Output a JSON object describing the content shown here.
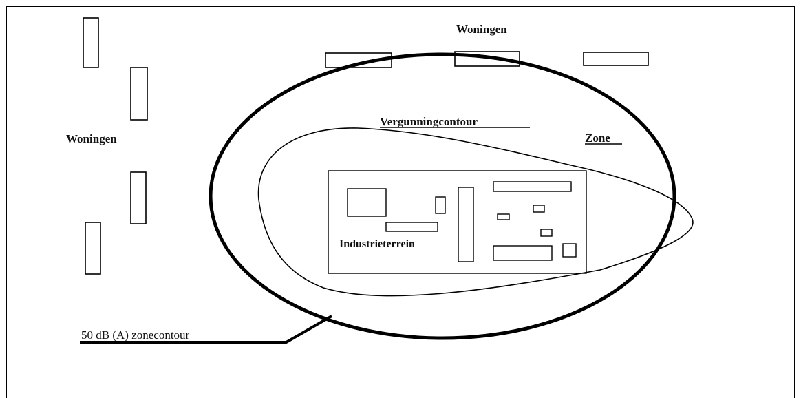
{
  "labels": {
    "woningen_top": "Woningen",
    "woningen_left": "Woningen",
    "vergunningcontour": "Vergunningcontour",
    "zone": "Zone",
    "industrieterrein": "Industrieterrein",
    "zonecontour": "50 dB (A) zonecontour"
  },
  "colors": {
    "line": "#000000",
    "background": "#ffffff"
  }
}
